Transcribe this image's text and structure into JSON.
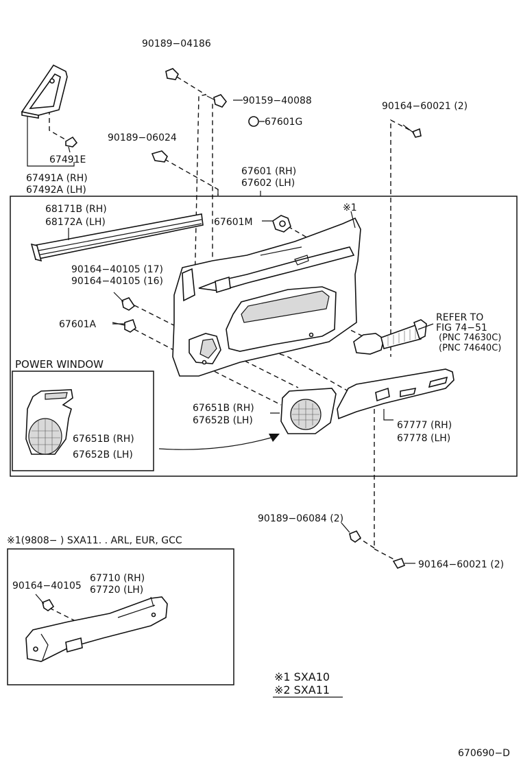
{
  "labels": {
    "p90189_04186": "90189−04186",
    "p90159_40088": "90159−40088",
    "p67601G": "67601G",
    "p90164_60021_top": "90164−60021 (2)",
    "p90189_06024": "90189−06024",
    "p67491E": "67491E",
    "p67491A": "67491A (RH)",
    "p67492A": "67492A (LH)",
    "p67601": "67601 (RH)",
    "p67602": "67602 (LH)",
    "p68171B": "68171B (RH)",
    "p68172A": "68172A (LH)",
    "p67601M": "67601M",
    "mark_star1": "※1",
    "p90164_40105_17": "90164−40105 (17)",
    "p90164_40105_16": "90164−40105 (16)",
    "p67601A": "67601A",
    "refer_to": "REFER TO",
    "fig": "FIG 74−51",
    "pnc1": "(PNC 74630C)",
    "pnc2": "(PNC 74640C)",
    "power_window": "POWER WINDOW",
    "p67651B_pw": "67651B (RH)",
    "p67652B_pw": "67652B (LH)",
    "p67651B": "67651B (RH)",
    "p67652B": "67652B (LH)",
    "p67777": "67777 (RH)",
    "p67778": "67778 (LH)",
    "p90189_06084": "90189−06084 (2)",
    "p90164_60021_bot": "90164−60021 (2)",
    "inset_title": "※1(9808−       ) SXA11. . ARL, EUR, GCC",
    "p90164_40105_inset": "90164−40105",
    "p67710": "67710 (RH)",
    "p67720": "67720 (LH)",
    "legend1": "※1 SXA10",
    "legend2": "※2 SXA11",
    "footer_code": "670690−D"
  }
}
